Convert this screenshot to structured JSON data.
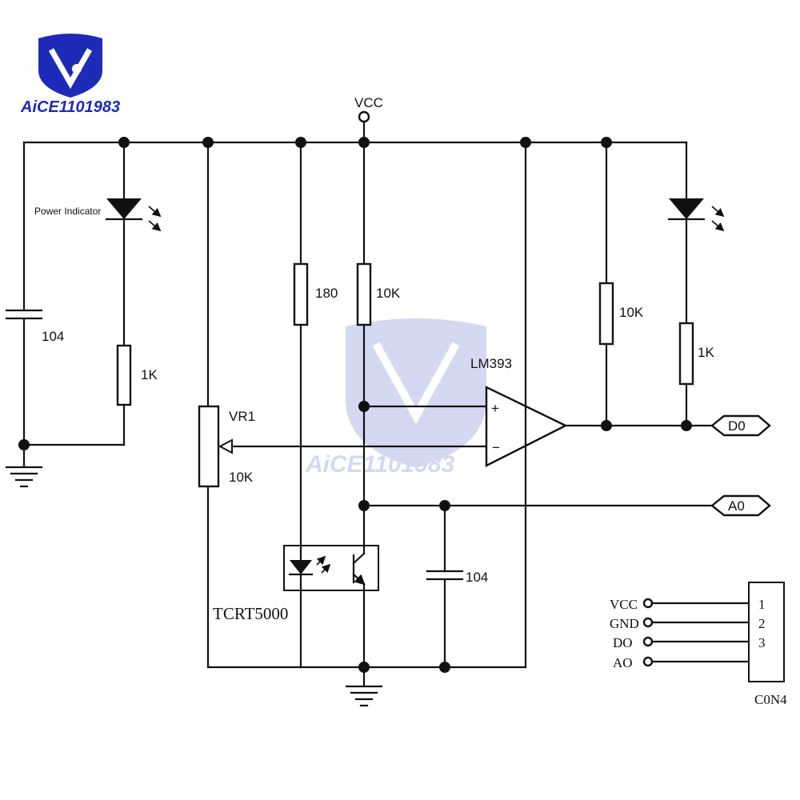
{
  "brand": {
    "logo_text": "AiCE1101983",
    "colors": {
      "primary": "#1d2bb8",
      "accent": "#e11d2a"
    }
  },
  "watermark": {
    "text": "AiCE1101983"
  },
  "supply": {
    "vcc_label": "VCC"
  },
  "components": {
    "c1": {
      "value": "104"
    },
    "led_power": {
      "label": "Power Indicator"
    },
    "r_led_power": {
      "value": "1K"
    },
    "vr1": {
      "ref": "VR1",
      "value": "10K"
    },
    "r_ir": {
      "value": "180"
    },
    "r_pullup": {
      "value": "10K"
    },
    "comparator": {
      "ref": "LM393",
      "plus": "+",
      "minus": "−"
    },
    "r_out_pullup": {
      "value": "10K"
    },
    "r_led_out": {
      "value": "1K"
    },
    "c2": {
      "value": "104"
    },
    "sensor": {
      "ref": "TCRT5000"
    }
  },
  "ports": {
    "do": "D0",
    "ao": "A0"
  },
  "connector": {
    "ref": "C0N4",
    "pins": [
      {
        "name": "VCC",
        "number": "1"
      },
      {
        "name": "GND",
        "number": "2"
      },
      {
        "name": "DO",
        "number": "3"
      },
      {
        "name": "AO",
        "number": ""
      }
    ]
  }
}
